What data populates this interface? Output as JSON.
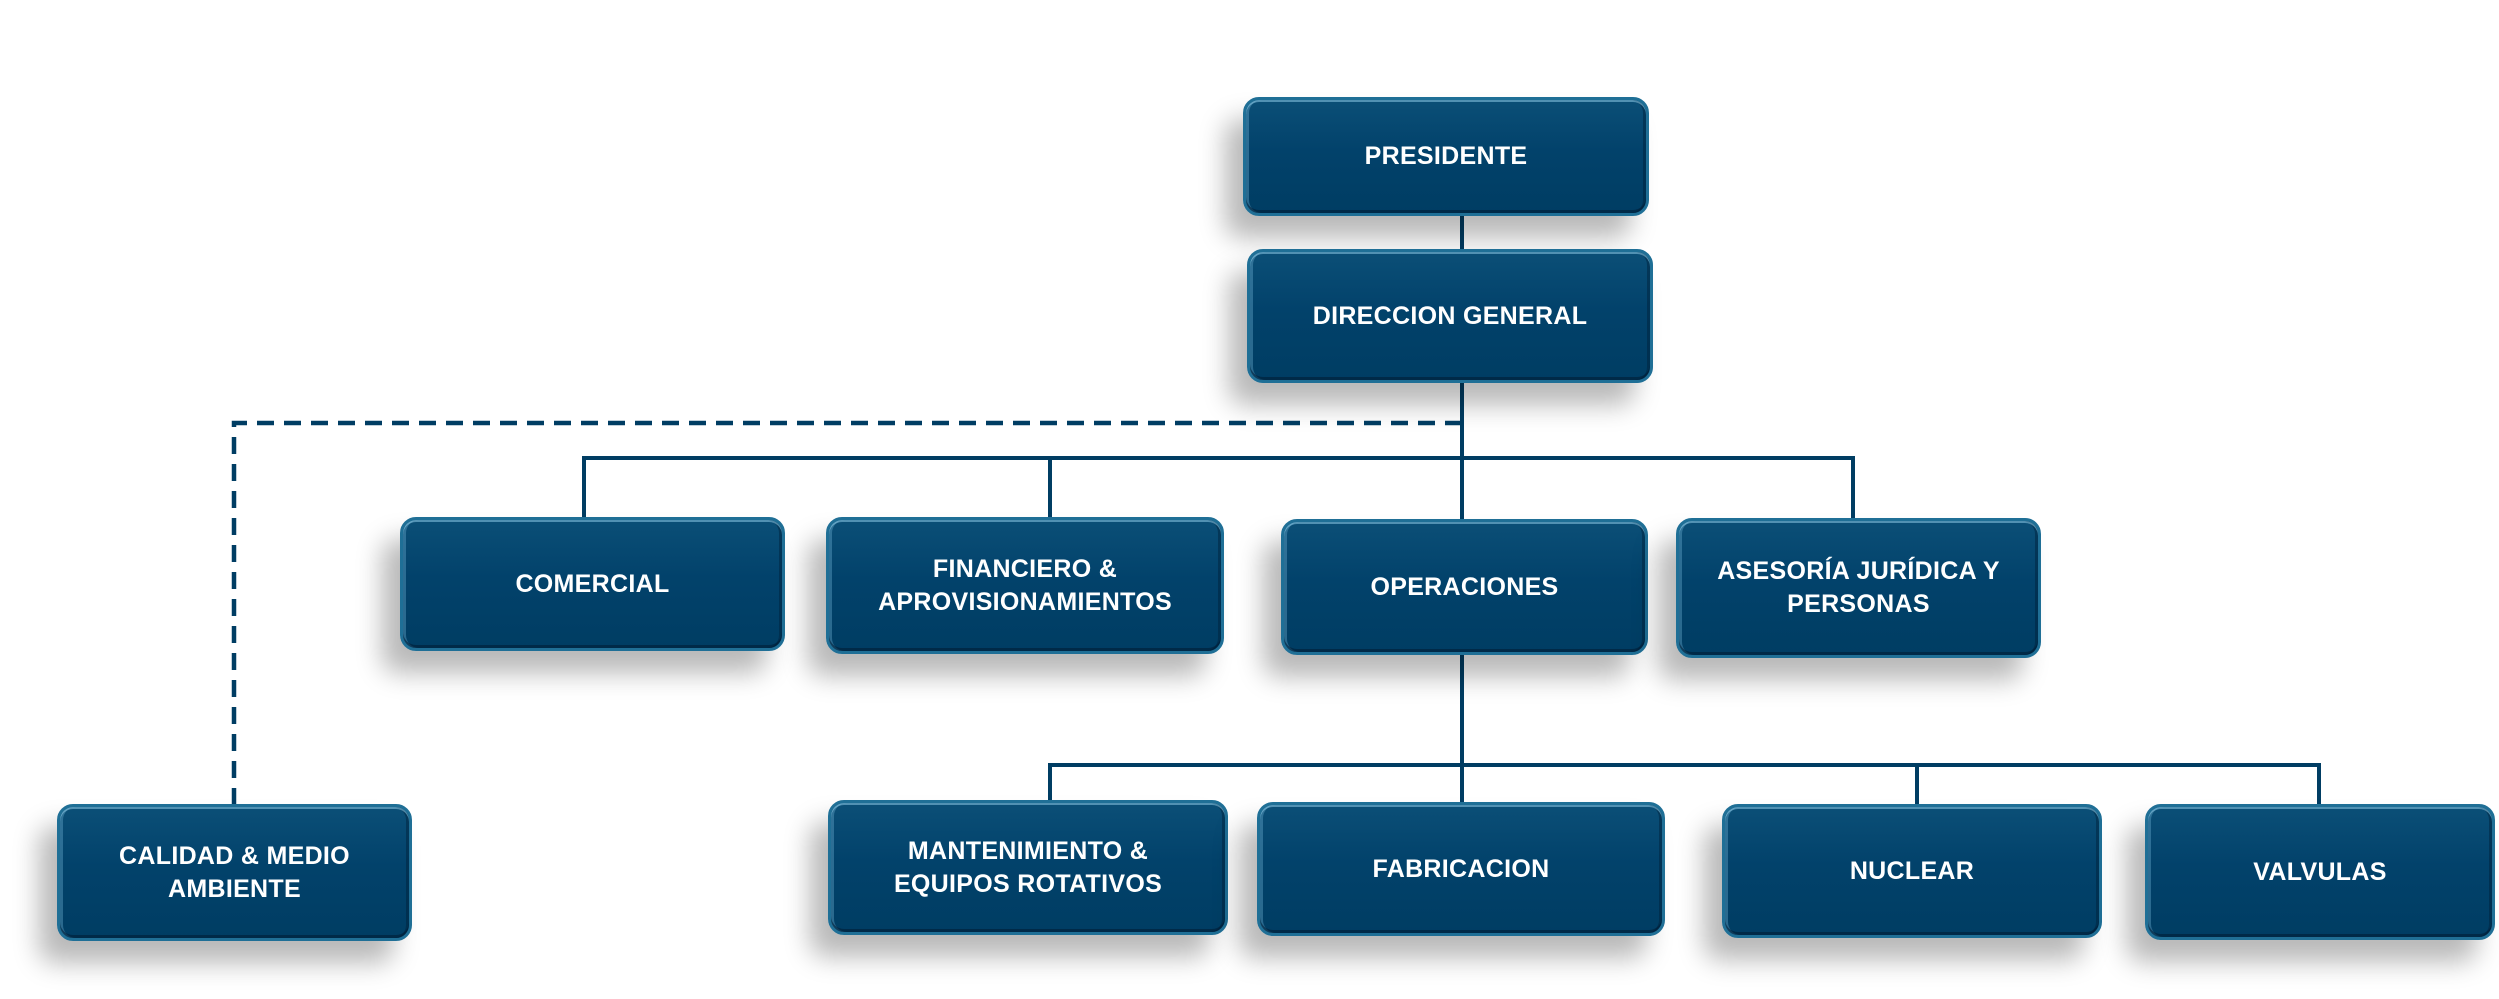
{
  "nodes": {
    "presidente": "PRESIDENTE",
    "direccion_general": "DIRECCION GENERAL",
    "comercial": "COMERCIAL",
    "financiero": "FINANCIERO &\nAPROVISIONAMIENTOS",
    "operaciones": "OPERACIONES",
    "asesoria": "ASESORÍA JURÍDICA Y\nPERSONAS",
    "calidad": "CALIDAD & MEDIO\nAMBIENTE",
    "mantenimiento": "MANTENIMIENTO &\nEQUIPOS ROTATIVOS",
    "fabricacion": "FABRICACION",
    "nuclear": "NUCLEAR",
    "valvulas": "VALVULAS"
  },
  "colors": {
    "box_fill": "#02426b",
    "box_border": "#1f6f96",
    "connector": "#003d63",
    "text": "#ffffff"
  }
}
